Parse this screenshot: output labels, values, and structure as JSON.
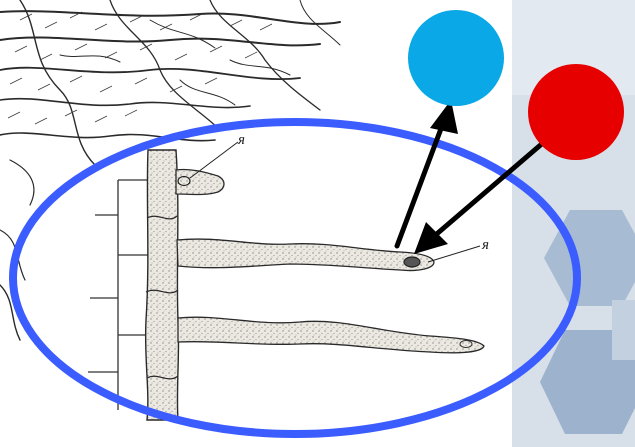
{
  "labels": {
    "nucleus_top": "я",
    "nucleus_tip": "я"
  },
  "markers": [
    {
      "name": "blue-circle",
      "color": "#0aa8e6"
    },
    {
      "name": "red-circle",
      "color": "#e60000"
    }
  ],
  "colors": {
    "ellipse": "#3b5cff",
    "arrow": "#000000",
    "panel_bg": "#d6dee8",
    "hexagon": "#a9bcd3",
    "ink": "#2a2a2a",
    "cell_fill": "#e9e6e0"
  }
}
